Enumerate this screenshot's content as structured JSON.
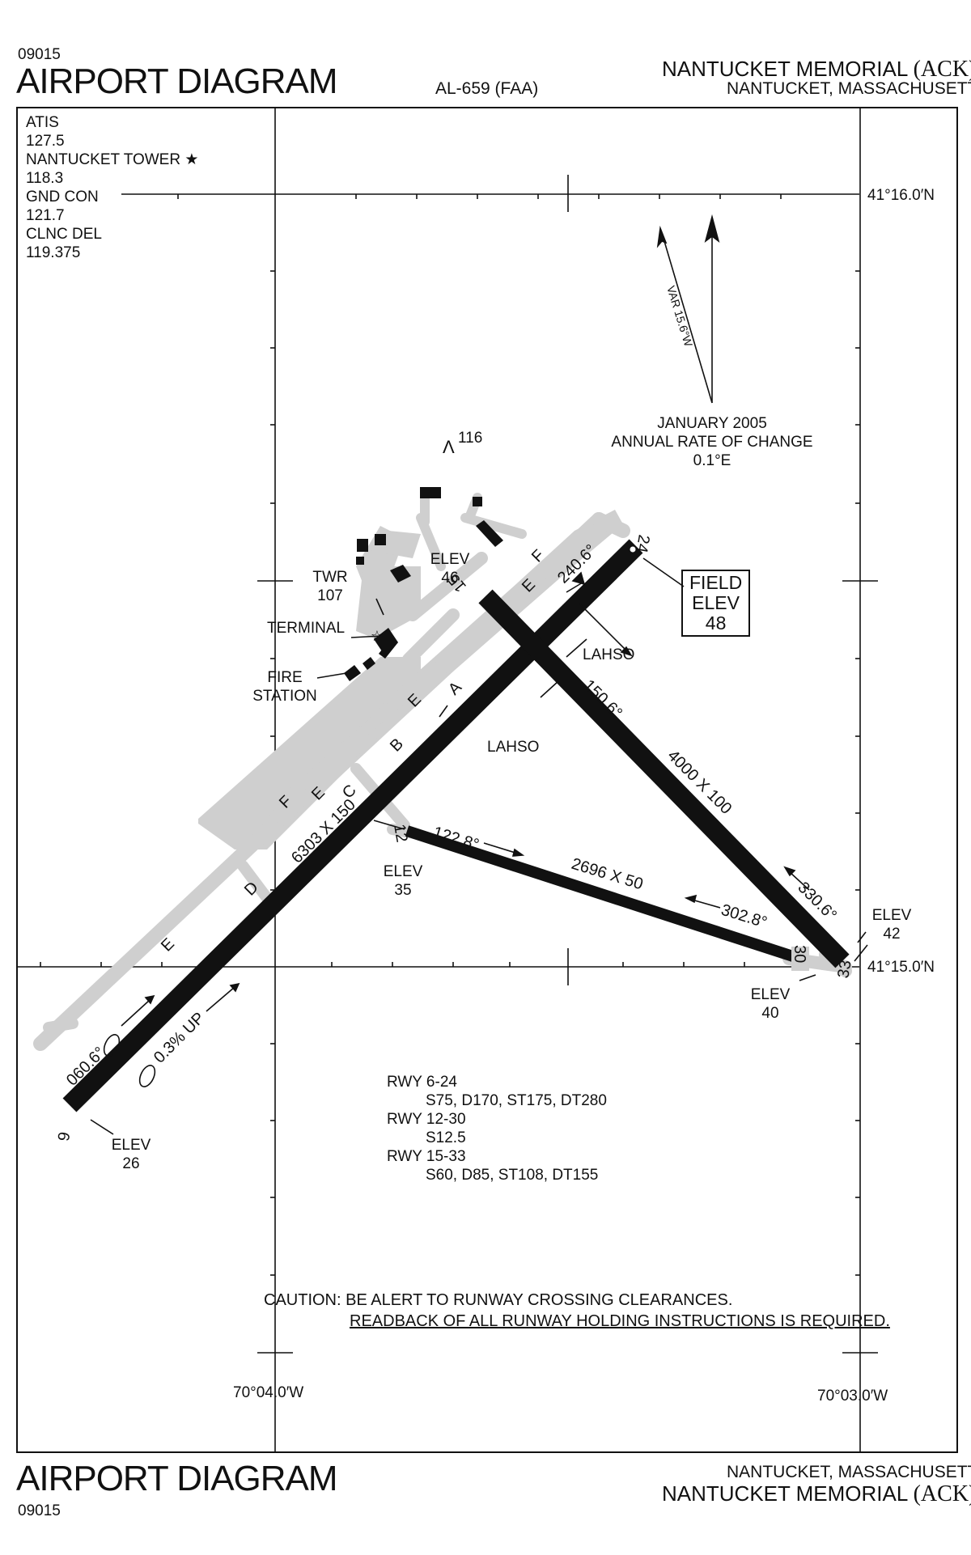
{
  "header": {
    "chart_id": "09015",
    "title": "AIRPORT DIAGRAM",
    "procedure": "AL-659 (FAA)",
    "airport_name": "NANTUCKET MEMORIAL",
    "airport_id": "(ACK)",
    "city_state": "NANTUCKET, MASSACHUSETTS"
  },
  "frequencies": [
    {
      "label": "ATIS",
      "value": "127.5"
    },
    {
      "label": "NANTUCKET TOWER",
      "value": "118.3"
    },
    {
      "label": "GND CON",
      "value": "121.7"
    },
    {
      "label": "CLNC DEL",
      "value": "119.375"
    }
  ],
  "tower_symbol": "★",
  "coordinates": {
    "lat_north": "41°16.0′N",
    "lat_south": "41°15.0′N",
    "lon_west": "70°04.0′W",
    "lon_east": "70°03.0′W"
  },
  "magnetic": {
    "variation": "VAR 15.6°W",
    "date": "JANUARY 2005",
    "rate_label": "ANNUAL RATE OF CHANGE",
    "rate_value": "0.1°E"
  },
  "obstacle": {
    "symbol": "Λ",
    "height": "116"
  },
  "field_elev": {
    "line1": "FIELD",
    "line2": "ELEV",
    "value": "48"
  },
  "labels": {
    "twr": "TWR",
    "twr_height": "107",
    "terminal": "TERMINAL",
    "fire": "FIRE",
    "station": "STATION",
    "lahso": "LAHSO",
    "elev": "ELEV",
    "slope": "0.3% UP"
  },
  "elevations": {
    "rwy6": "26",
    "rwy12": "35",
    "rwy15": "46",
    "rwy24": "48",
    "rwy30": "40",
    "rwy33": "42"
  },
  "runways": [
    {
      "id": "6-24",
      "ends": [
        "6",
        "24"
      ],
      "dims": "6303 X 150",
      "headings": [
        "060.6°",
        "240.6°"
      ]
    },
    {
      "id": "15-33",
      "ends": [
        "15",
        "33"
      ],
      "dims": "4000 X 100",
      "headings": [
        "150.6°",
        "330.6°"
      ]
    },
    {
      "id": "12-30",
      "ends": [
        "12",
        "30"
      ],
      "dims": "2696 X 50",
      "headings": [
        "122.8°",
        "302.8°"
      ]
    }
  ],
  "taxiways": [
    "A",
    "B",
    "C",
    "D",
    "E",
    "F"
  ],
  "strength": [
    {
      "rwy": "RWY 6-24",
      "values": "S75, D170, ST175, DT280"
    },
    {
      "rwy": "RWY 12-30",
      "values": "S12.5"
    },
    {
      "rwy": "RWY 15-33",
      "values": "S60, D85, ST108, DT155"
    }
  ],
  "caution": {
    "line1": "CAUTION: BE ALERT TO RUNWAY CROSSING CLEARANCES.",
    "line2": "READBACK OF ALL RUNWAY HOLDING INSTRUCTIONS IS REQUIRED."
  },
  "footer": {
    "title": "AIRPORT DIAGRAM",
    "chart_id": "09015",
    "city_state": "NANTUCKET, MASSACHUSETTS",
    "airport_name": "NANTUCKET MEMORIAL",
    "airport_id": "(ACK)"
  }
}
